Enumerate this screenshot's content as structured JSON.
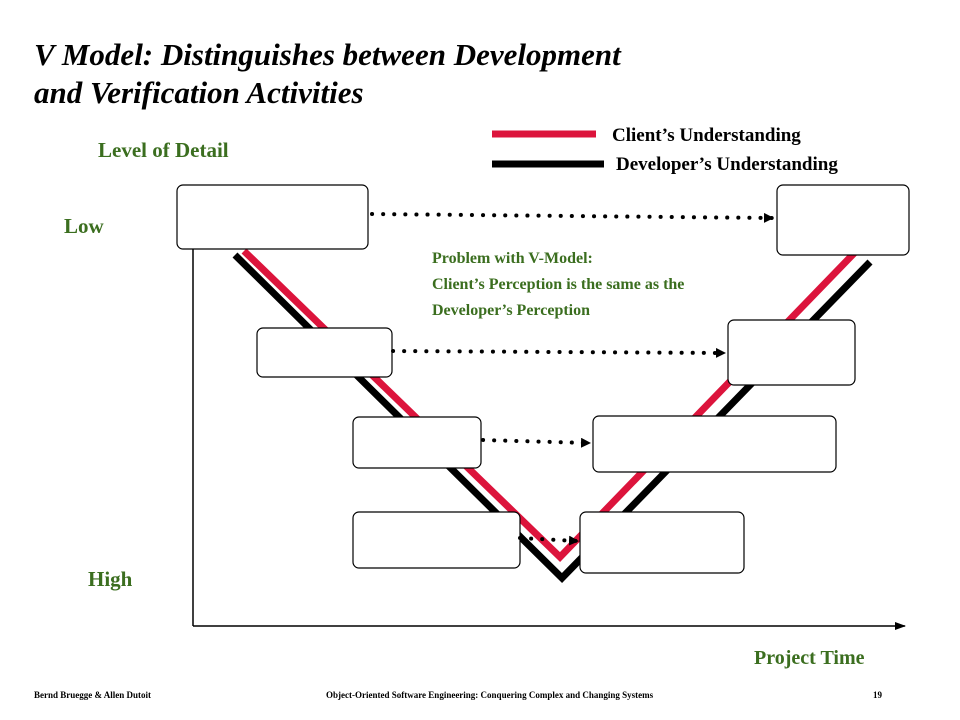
{
  "title": {
    "line1": "V Model:  Distinguishes between Development",
    "line2": "and Verification  Activities"
  },
  "axis": {
    "y_label": "Level of Detail",
    "y_low": "Low",
    "y_high": "High",
    "x_label": "Project Time"
  },
  "legend": {
    "client": "Client’s Understanding",
    "developer": "Developer’s Understanding",
    "client_color": "#dc143c",
    "developer_color": "#000000"
  },
  "note": {
    "line1": "Problem with V-Model:",
    "line2": "Client’s Perception is the same as the",
    "line3": "Developer’s Perception"
  },
  "footer": {
    "authors": "Bernd Bruegge & Allen Dutoit",
    "book": "Object-Oriented Software Engineering: Conquering Complex and Changing Systems",
    "page": "19"
  }
}
